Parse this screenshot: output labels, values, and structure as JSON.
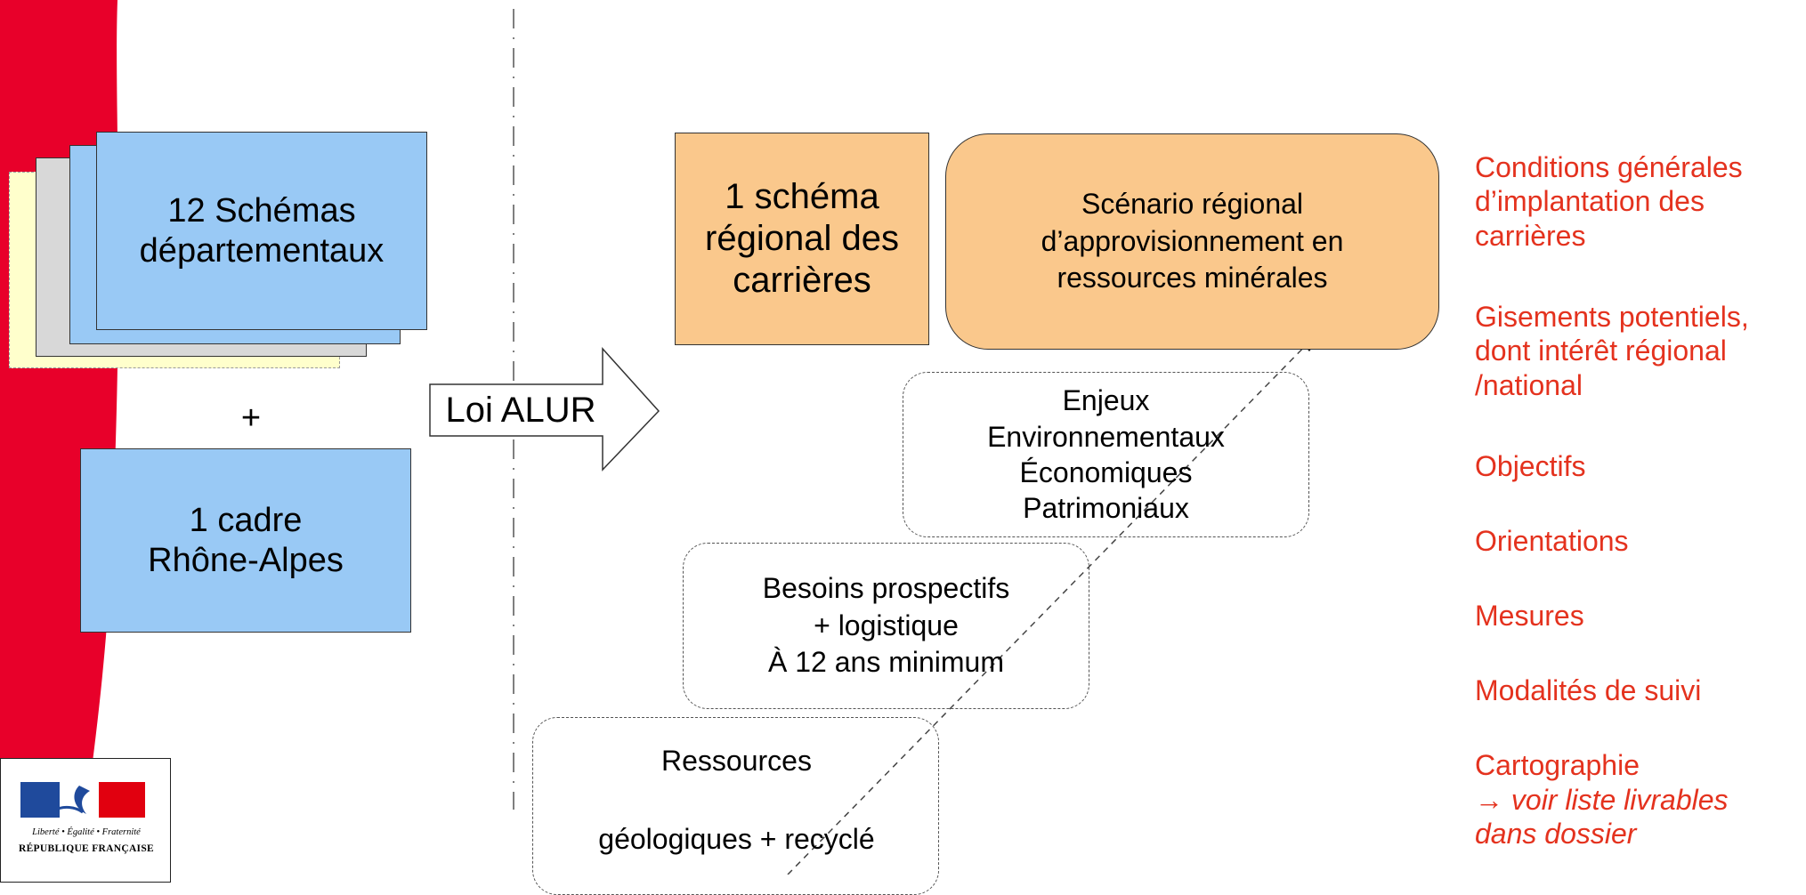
{
  "colors": {
    "red_band": "#e8002a",
    "blue_card": "#99c9f5",
    "orange_card": "#fac88c",
    "list_text": "#e4321e"
  },
  "left": {
    "schemas": "12 Schémas départementaux",
    "plus": "+",
    "cadre": "1 cadre Rhône-Alpes"
  },
  "arrow_label": "Loi ALUR",
  "right": {
    "schema_regional": "1 schéma régional des carrières",
    "scenario": "Scénario régional d’approvisionnement en ressources minérales"
  },
  "steps": {
    "enjeux": [
      "Enjeux",
      "Environnementaux",
      "Économiques",
      "Patrimoniaux"
    ],
    "besoins": [
      "Besoins prospectifs",
      "+ logistique",
      "À 12 ans minimum"
    ],
    "ressources_title": "Ressources",
    "ressources_sub": "géologiques + recyclé"
  },
  "contents_list": [
    "Conditions générales d’implantation des carrières",
    "Gisements potentiels, dont intérêt régional /national",
    "Objectifs",
    "Orientations",
    "Mesures",
    "Modalités de suivi",
    "Cartographie"
  ],
  "contents_note": "→ voir liste livrables dans dossier",
  "logo": {
    "motto": "Liberté • Égalité • Fraternité",
    "name": "RÉPUBLIQUE FRANÇAISE"
  }
}
